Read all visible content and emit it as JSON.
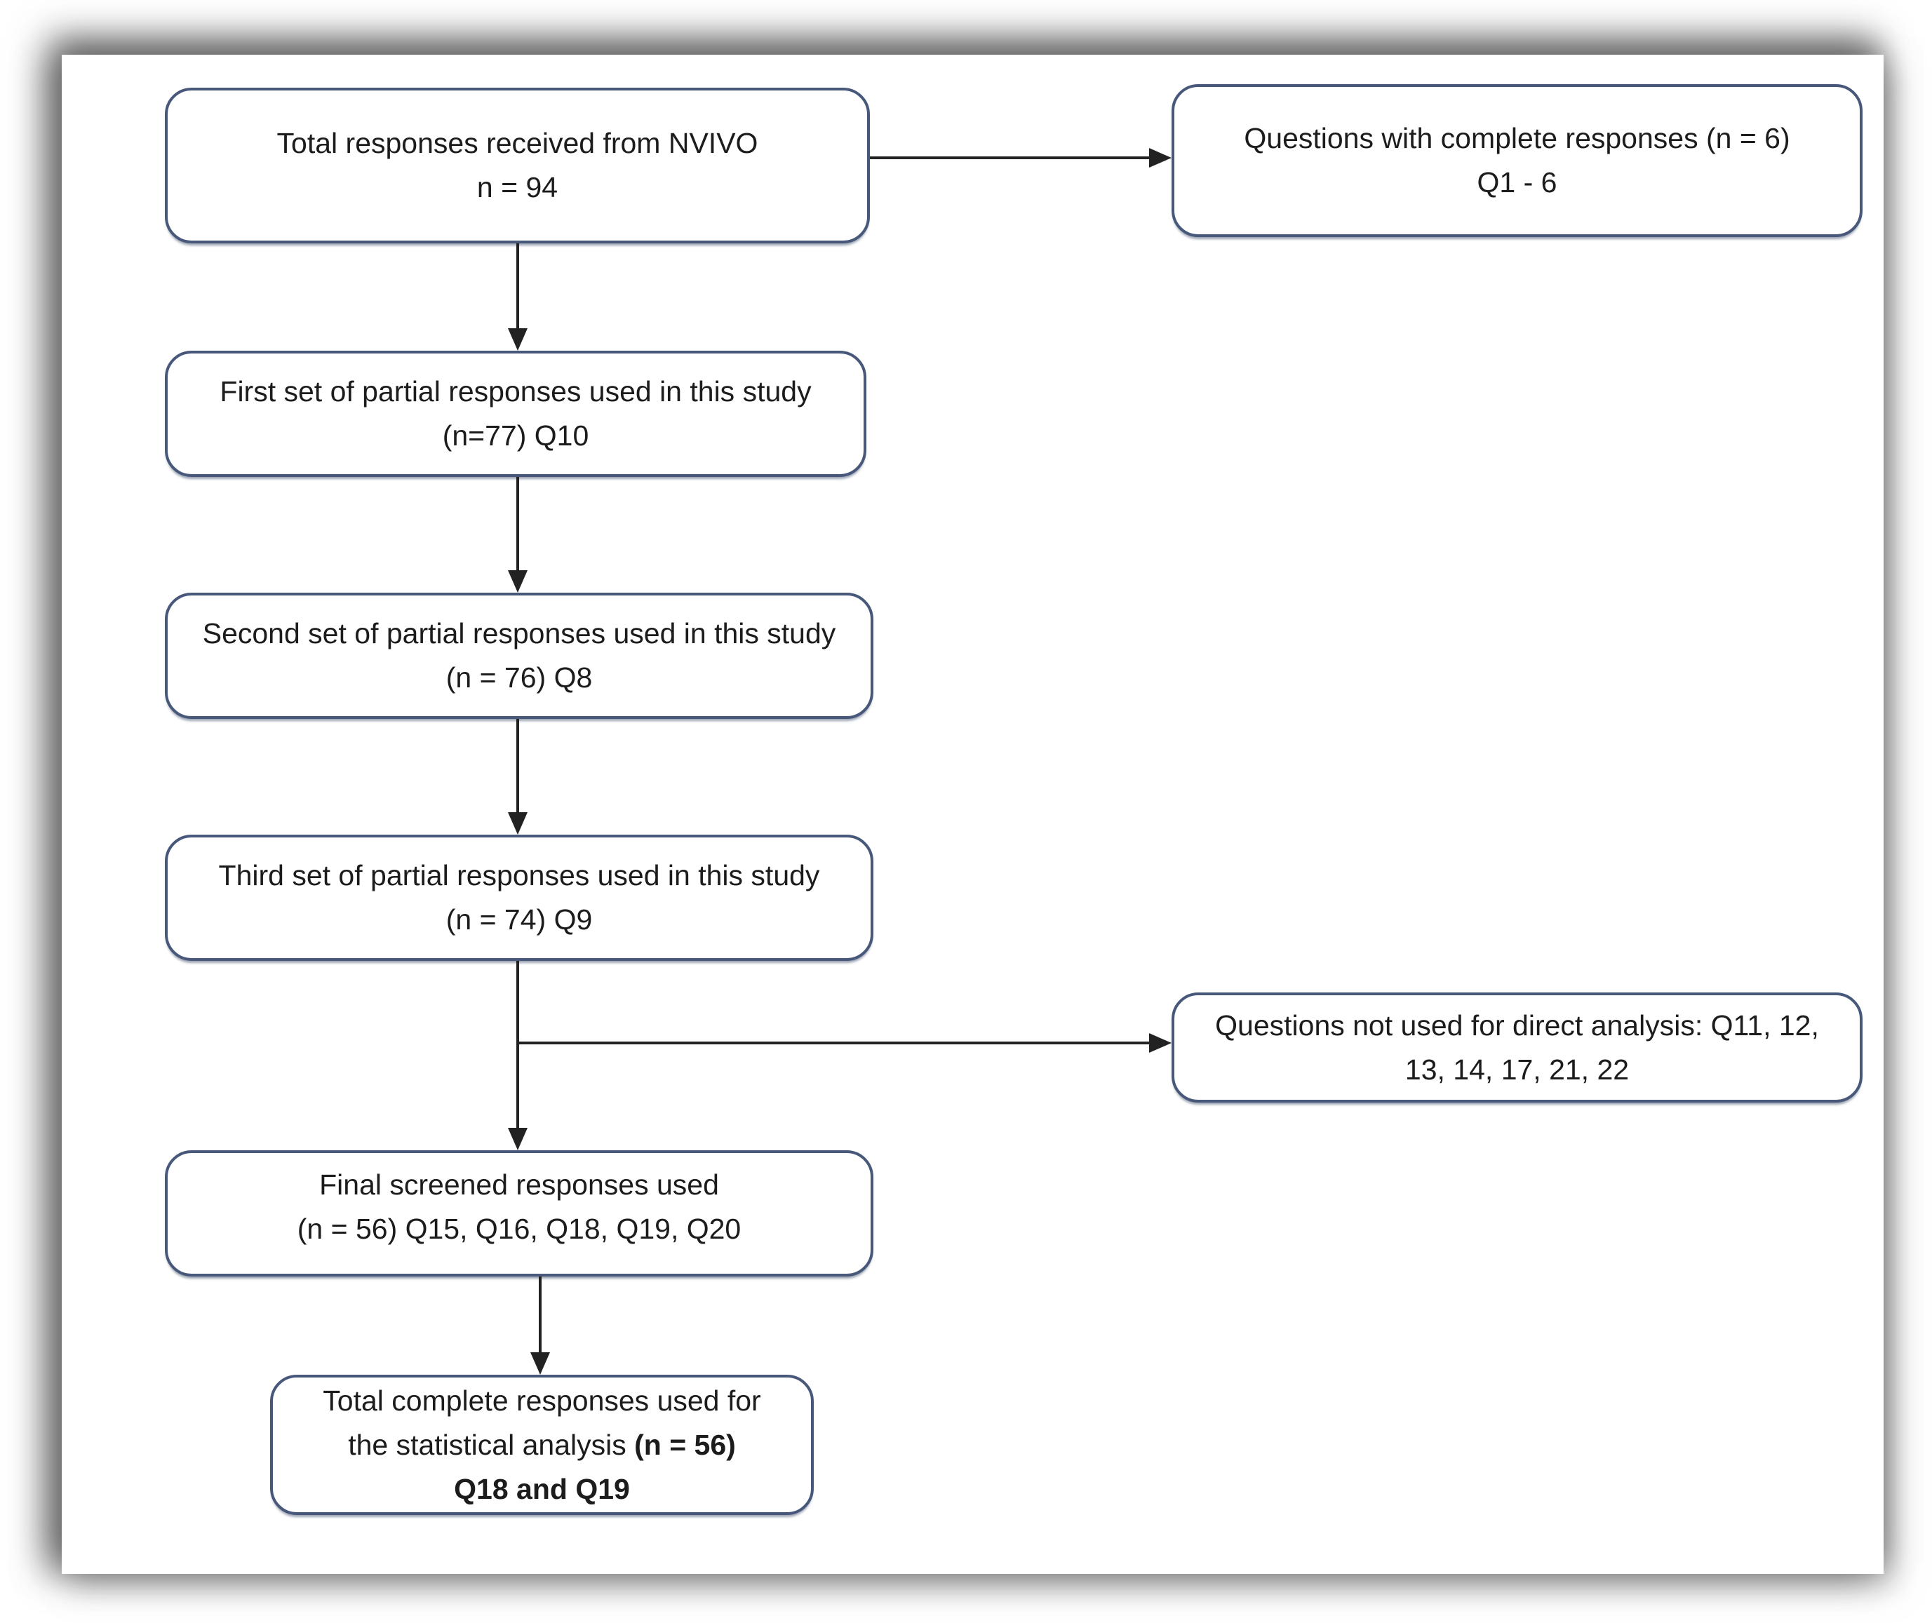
{
  "colors": {
    "box_border": "#47587a",
    "arrow": "#222222",
    "text": "#1c1c1c",
    "page_background": "#ffffff"
  },
  "boxes": {
    "total_responses": {
      "line1": "Total responses received from NVIVO",
      "line2": "n = 94"
    },
    "complete_responses": {
      "line1": "Questions with complete responses (n = 6)",
      "line2": "Q1 - 6"
    },
    "first_partial": {
      "line1": "First set of partial responses used in this study",
      "line2": "(n=77) Q10"
    },
    "second_partial": {
      "line1": "Second set of partial responses used in this study",
      "line2": "(n = 76) Q8"
    },
    "third_partial": {
      "line1": "Third set of partial responses used in this study",
      "line2": "(n = 74) Q9"
    },
    "questions_not_used": {
      "line1": "Questions not used for direct analysis: Q11, 12,",
      "line2": "13, 14, 17, 21, 22"
    },
    "final_screened": {
      "line1": "Final screened responses used",
      "line2": "(n = 56) Q15, Q16, Q18, Q19, Q20"
    },
    "total_complete": {
      "line1": "Total complete responses used for",
      "line2_normal": "the statistical analysis ",
      "line2_bold": "(n = 56)",
      "line3_bold": "Q18 and Q19"
    }
  }
}
